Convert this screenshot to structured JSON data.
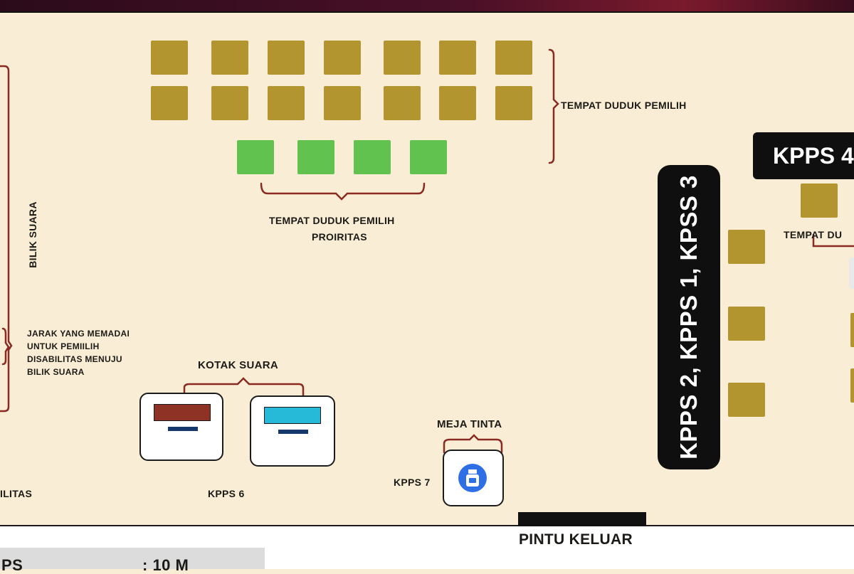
{
  "diagram": {
    "labels": {
      "voter_seats": "TEMPAT DUDUK PEMILIH",
      "priority_seats_line1": "TEMPAT DUDUK PEMILIH",
      "priority_seats_line2": "PROIRITAS",
      "voting_booth": "BILIK SUARA",
      "accessibility_line1": "JARAK YANG MEMADAI",
      "accessibility_line2": "UNTUK PEMIILIH",
      "accessibility_line3": "DISABILITAS MENUJU",
      "accessibility_line4": "BILIK SUARA",
      "ballot_boxes": "KOTAK SUARA",
      "kpps6": "KPPS 6",
      "ink_table": "MEJA TINTA",
      "kpps7": "KPPS 7",
      "kpps_main": "KPPS 2, KPPS 1, KPSS 3",
      "kpps4": "KPPS 4",
      "right_seats_partial": "TEMPAT DU",
      "left_partial": "ILITAS",
      "exit": "PINTU KELUAR"
    },
    "legend": {
      "left": "PS",
      "right": ": 10 M"
    },
    "colors": {
      "background": "#f9eed5",
      "voter_seat": "#b39530",
      "priority_seat": "#62c250",
      "brace": "#8b2a22",
      "ballot_slot_red": "#8e3225",
      "ballot_slot_cyan": "#27b9d8",
      "ink_icon": "#2f6fe6"
    },
    "icons": [
      "ink-bottle-icon"
    ]
  }
}
